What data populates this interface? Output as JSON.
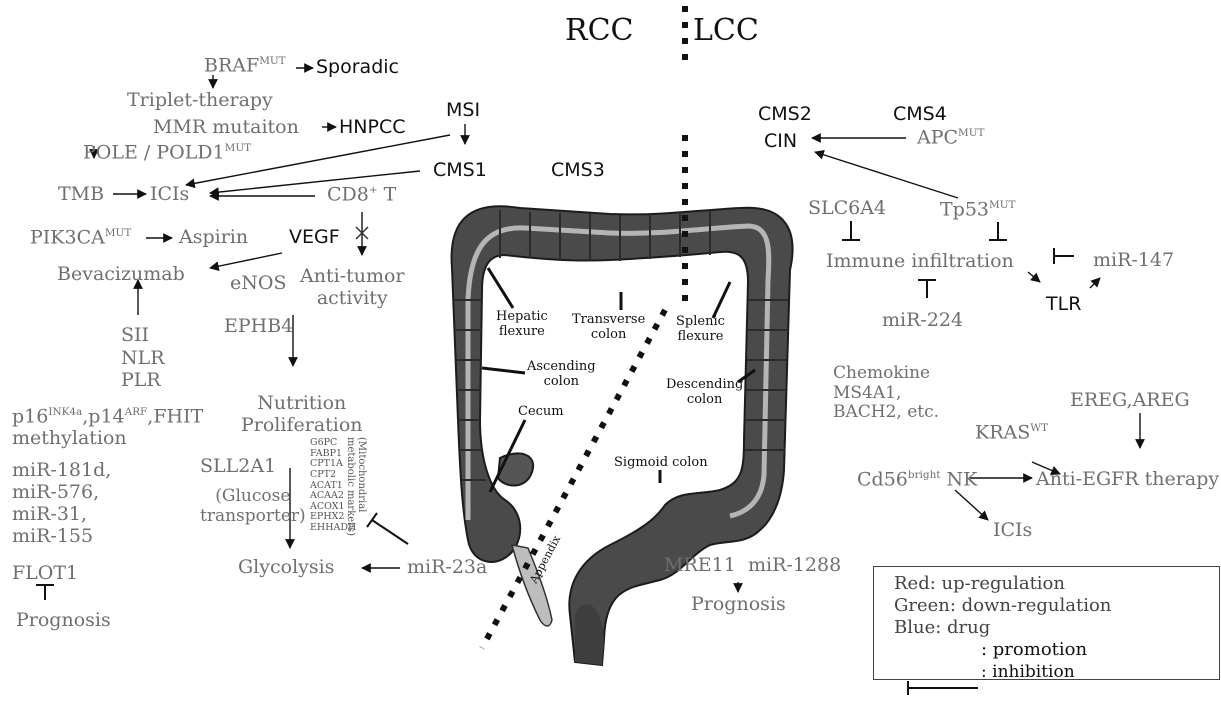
{
  "header": {
    "rcc": "RCC",
    "lcc": "LCC"
  },
  "left": {
    "braf": "BRAF",
    "braf_sup": "MUT",
    "sporadic": "Sporadic",
    "triplet": "Triplet-therapy",
    "mmr": "MMR mutaiton",
    "hnpcc": "HNPCC",
    "pole": "POLE / POLD1",
    "pole_sup": "MUT",
    "msi": "MSI",
    "tmb": "TMB",
    "icis": "ICIs",
    "cms1": "CMS1",
    "cd8": "CD8",
    "cd8_sup": "+",
    "cd8_t": " T",
    "cms3": "CMS3",
    "pik3ca": "PIK3CA",
    "pik3ca_sup": "MUT",
    "aspirin": "Aspirin",
    "vegf": "VEGF",
    "bevacizumab": "Bevacizumab",
    "enos": "eNOS",
    "antitumor_1": "Anti-tumor",
    "antitumor_2": "activity",
    "ephb4": "EPHB4",
    "sii": "SII",
    "nlr": "NLR",
    "plr": "PLR",
    "p16": "p16",
    "p16_sup": "INK4a",
    "p14": ",p14",
    "p14_sup": "ARF",
    "fhit": ",FHIT",
    "methylation": "methylation",
    "nutrition": "Nutrition",
    "proliferation": "Proliferation",
    "mir_181d": "miR-181d,",
    "mir_576": "miR-576,",
    "mir_31": "miR-31,",
    "mir_155": "miR-155",
    "sll2a1": "SLL2A1",
    "glucose_1": "(Glucose",
    "glucose_2": "transporter)",
    "markers": [
      "G6PC",
      "FABP1",
      "CPT1A",
      "CPT2",
      "ACAT1",
      "ACAA2",
      "ACOX1",
      "EPHX2",
      "EHHADH"
    ],
    "mito": "(Mitochondrial metabolic markers)",
    "glycolysis": "Glycolysis",
    "mir_23a": "miR-23a",
    "flot1": "FLOT1",
    "prognosis": "Prognosis"
  },
  "anatomy": {
    "hepatic": [
      "Hepatic",
      "flexure"
    ],
    "transverse": [
      "Transverse",
      "colon"
    ],
    "splenic": [
      "Splenic",
      "flexure"
    ],
    "ascending": [
      "Ascending",
      "colon"
    ],
    "descending": [
      "Descending",
      "colon"
    ],
    "cecum": "Cecum",
    "sigmoid": "Sigmoid colon",
    "appendix": "Appendix"
  },
  "right": {
    "cms2": "CMS2",
    "cms4": "CMS4",
    "cin": "CIN",
    "apc": "APC",
    "apc_sup": "MUT",
    "slc6a4": "SLC6A4",
    "tp53": "Tp53",
    "tp53_sup": "MUT",
    "immune": "Immune infiltration",
    "mir_147": "miR-147",
    "tlr": "TLR",
    "mir_224": "miR-224",
    "chemokine": "Chemokine",
    "ms4a1": "MS4A1,",
    "bach2": "BACH2, etc.",
    "ereg": "EREG,AREG",
    "kras": "KRAS",
    "kras_sup": "WT",
    "cd56": "Cd56",
    "cd56_sup": "bright",
    "nk": " NK",
    "anti_egfr": "Anti-EGFR therapy",
    "icis": "ICIs",
    "mre11": "MRE11",
    "mir_1288": "miR-1288",
    "prognosis": "Prognosis"
  },
  "legend": {
    "red": "Red: up-regulation",
    "green": "Green: down-regulation",
    "blue": "Blue: drug",
    "promotion": ": promotion",
    "inhibition": ": inhibition"
  },
  "colors": {
    "dark_text": "#111111",
    "grey_text": "#6f6f6f",
    "colon_fill": "#4a4a4a",
    "colon_lumen": "#a9a9a9"
  }
}
